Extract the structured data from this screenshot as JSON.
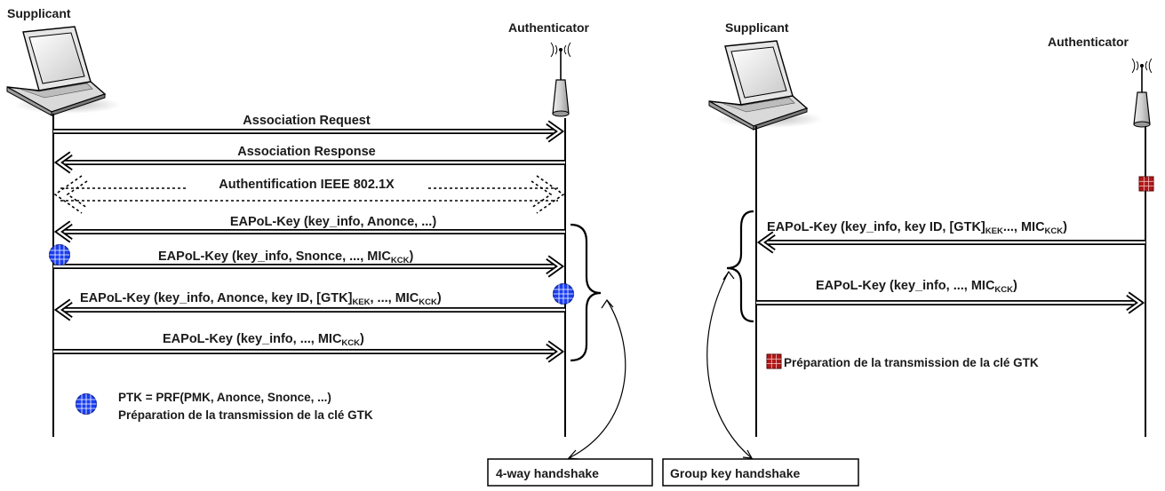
{
  "left": {
    "supplicant_label": "Supplicant",
    "authenticator_label": "Authenticator",
    "messages": [
      {
        "text": "Association Request",
        "sub": "",
        "tail": ""
      },
      {
        "text": "Association Response",
        "sub": "",
        "tail": ""
      },
      {
        "text": "Authentification IEEE 802.1X",
        "sub": "",
        "tail": ""
      },
      {
        "text": "EAPoL-Key (key_info, Anonce, ...)",
        "sub": "",
        "tail": ""
      },
      {
        "text": "EAPoL-Key (key_info, Snonce, ..., MIC",
        "sub": "KCK",
        "tail": ")"
      },
      {
        "text": "EAPoL-Key (key_info, Anonce, key ID, [GTK]",
        "sub": "KEK",
        "tail": ", ..., MIC",
        "sub2": "KCK",
        "tail2": ")"
      },
      {
        "text": "EAPoL-Key (key_info, ..., MIC",
        "sub": "KCK",
        "tail": ")"
      }
    ],
    "legend_line1": "PTK = PRF(PMK, Anonce, Snonce, ...)",
    "legend_line2": "Préparation de la transmission de la clé GTK",
    "handshake_label": "4-way handshake"
  },
  "right": {
    "supplicant_label": "Supplicant",
    "authenticator_label": "Authenticator",
    "messages": [
      {
        "text": "EAPoL-Key (key_info, key ID, [GTK]",
        "sub": "KEK",
        "tail": "..., MIC",
        "sub2": "KCK",
        "tail2": ")"
      },
      {
        "text": "EAPoL-Key (key_info, ..., MIC",
        "sub": "KCK",
        "tail": ")"
      }
    ],
    "legend": "Préparation de la transmission de la clé GTK",
    "handshake_label": "Group key handshake"
  },
  "colors": {
    "globe_fill": "#1a3ef0",
    "square_fill": "#b01818"
  }
}
